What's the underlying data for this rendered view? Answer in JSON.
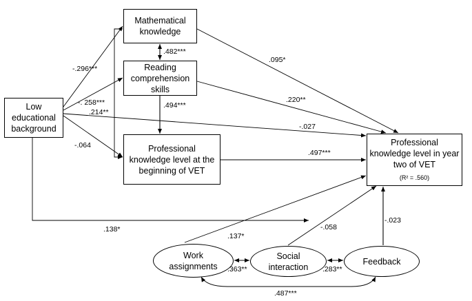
{
  "nodes": {
    "math": [
      "Mathematical",
      "knowledge"
    ],
    "reading": [
      "Reading",
      "comprehension",
      "skills"
    ],
    "low_edu": [
      "Low",
      "educational",
      "background"
    ],
    "prof_start": [
      "Professional",
      "knowledge level at the",
      "beginning of VET"
    ],
    "prof_year2": [
      "Professional",
      "knowledge level in year",
      "two of VET"
    ],
    "prof_year2_r2": "(R² = .560)",
    "work": [
      "Work",
      "assignments"
    ],
    "social": [
      "Social",
      "interaction"
    ],
    "feedback": "Feedback"
  },
  "coefficients": {
    "math_reading": ".482***",
    "math_year2": ".095*",
    "reading_year2": ".220**",
    "reading_start": ".494***",
    "low_math": "-.296***",
    "low_reading": "-. 258***",
    "low_start_bypass": ".214**",
    "low_year2": "-.027",
    "low_start": "-.064",
    "start_year2": ".497***",
    "low_work": ".138*",
    "work_year2": ".137*",
    "social_year2": "-.058",
    "feedback_year2": "-.023",
    "work_social": ".363**",
    "social_feedback": ".283**",
    "work_feedback": ".487***"
  }
}
